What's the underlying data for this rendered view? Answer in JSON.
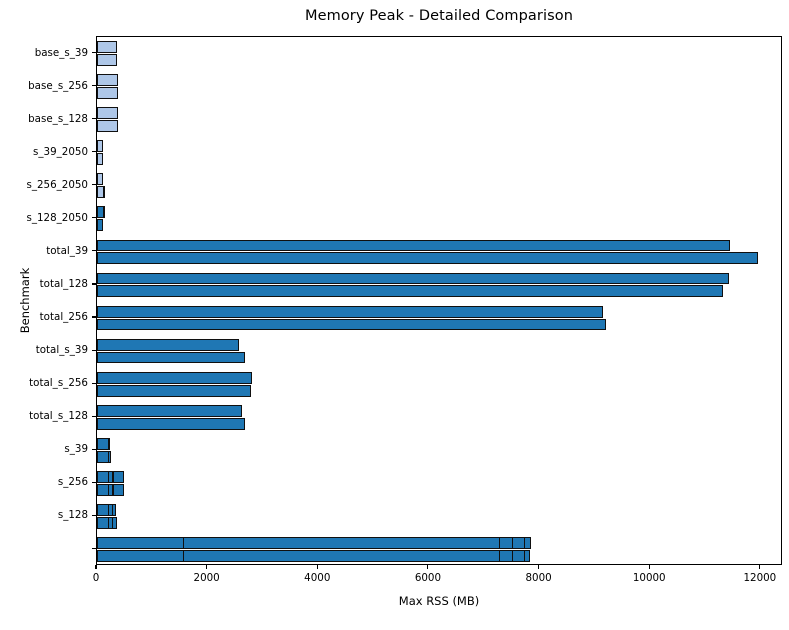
{
  "chart_data": {
    "type": "bar",
    "orientation": "horizontal",
    "title": "Memory Peak - Detailed Comparison",
    "xlabel": "Max RSS (MB)",
    "ylabel": "Benchmark",
    "xlim": [
      0,
      12400
    ],
    "ylim_categories": 16,
    "grid": false,
    "legend": null,
    "xticks": [
      0,
      2000,
      4000,
      6000,
      8000,
      10000,
      12000
    ],
    "xtick_labels": [
      "0",
      "2000",
      "4000",
      "6000",
      "8000",
      "10000",
      "12000"
    ],
    "categories": [
      "base_s_39",
      "base_s_256",
      "base_s_128",
      "s_39_2050",
      "s_256_2050",
      "s_128_2050",
      "total_39",
      "total_128",
      "total_256",
      "total_s_39",
      "total_s_256",
      "total_s_128",
      "s_39",
      "s_256",
      "s_128",
      ""
    ],
    "colors": {
      "light_blue": "#aec7e8",
      "dark_blue": "#1f77b4",
      "edge": "#101010"
    },
    "bars": [
      {
        "category": "base_s_39",
        "color": "light_blue",
        "values": [
          370,
          370
        ]
      },
      {
        "category": "base_s_256",
        "color": "light_blue",
        "values": [
          380,
          380
        ]
      },
      {
        "category": "base_s_128",
        "color": "light_blue",
        "values": [
          385,
          385
        ]
      },
      {
        "category": "s_39_2050",
        "color": "light_blue",
        "values": [
          110,
          115
        ]
      },
      {
        "category": "s_256_2050",
        "color": "light_blue",
        "values": [
          110,
          150
        ]
      },
      {
        "category": "s_128_2050",
        "color": "dark_blue",
        "values": [
          150,
          110
        ]
      },
      {
        "category": "total_39",
        "color": "dark_blue",
        "values": [
          11440,
          11950
        ]
      },
      {
        "category": "total_128",
        "color": "dark_blue",
        "values": [
          11420,
          11310
        ]
      },
      {
        "category": "total_256",
        "color": "dark_blue",
        "values": [
          9150,
          9200
        ]
      },
      {
        "category": "total_s_39",
        "color": "dark_blue",
        "values": [
          2570,
          2680
        ]
      },
      {
        "category": "total_s_256",
        "color": "dark_blue",
        "values": [
          2800,
          2780
        ]
      },
      {
        "category": "total_s_128",
        "color": "dark_blue",
        "values": [
          2620,
          2670
        ]
      },
      {
        "category": "s_39",
        "color": "dark_blue",
        "values": [
          240,
          260
        ]
      },
      {
        "category": "s_256",
        "color": "dark_blue",
        "values": [
          480,
          480
        ]
      },
      {
        "category": "s_128",
        "color": "dark_blue",
        "values": [
          350,
          355
        ]
      },
      {
        "category": "",
        "color": "dark_blue",
        "values": [
          7840,
          7820
        ]
      }
    ],
    "sub_segment_dividers": {
      "s_256_2050": [
        110
      ],
      "s_128_2050": [
        110
      ],
      "s_39": [
        200
      ],
      "s_256": [
        200,
        280
      ],
      "s_128": [
        200,
        270
      ],
      "": [
        1550,
        7260,
        7500,
        7720
      ]
    }
  }
}
